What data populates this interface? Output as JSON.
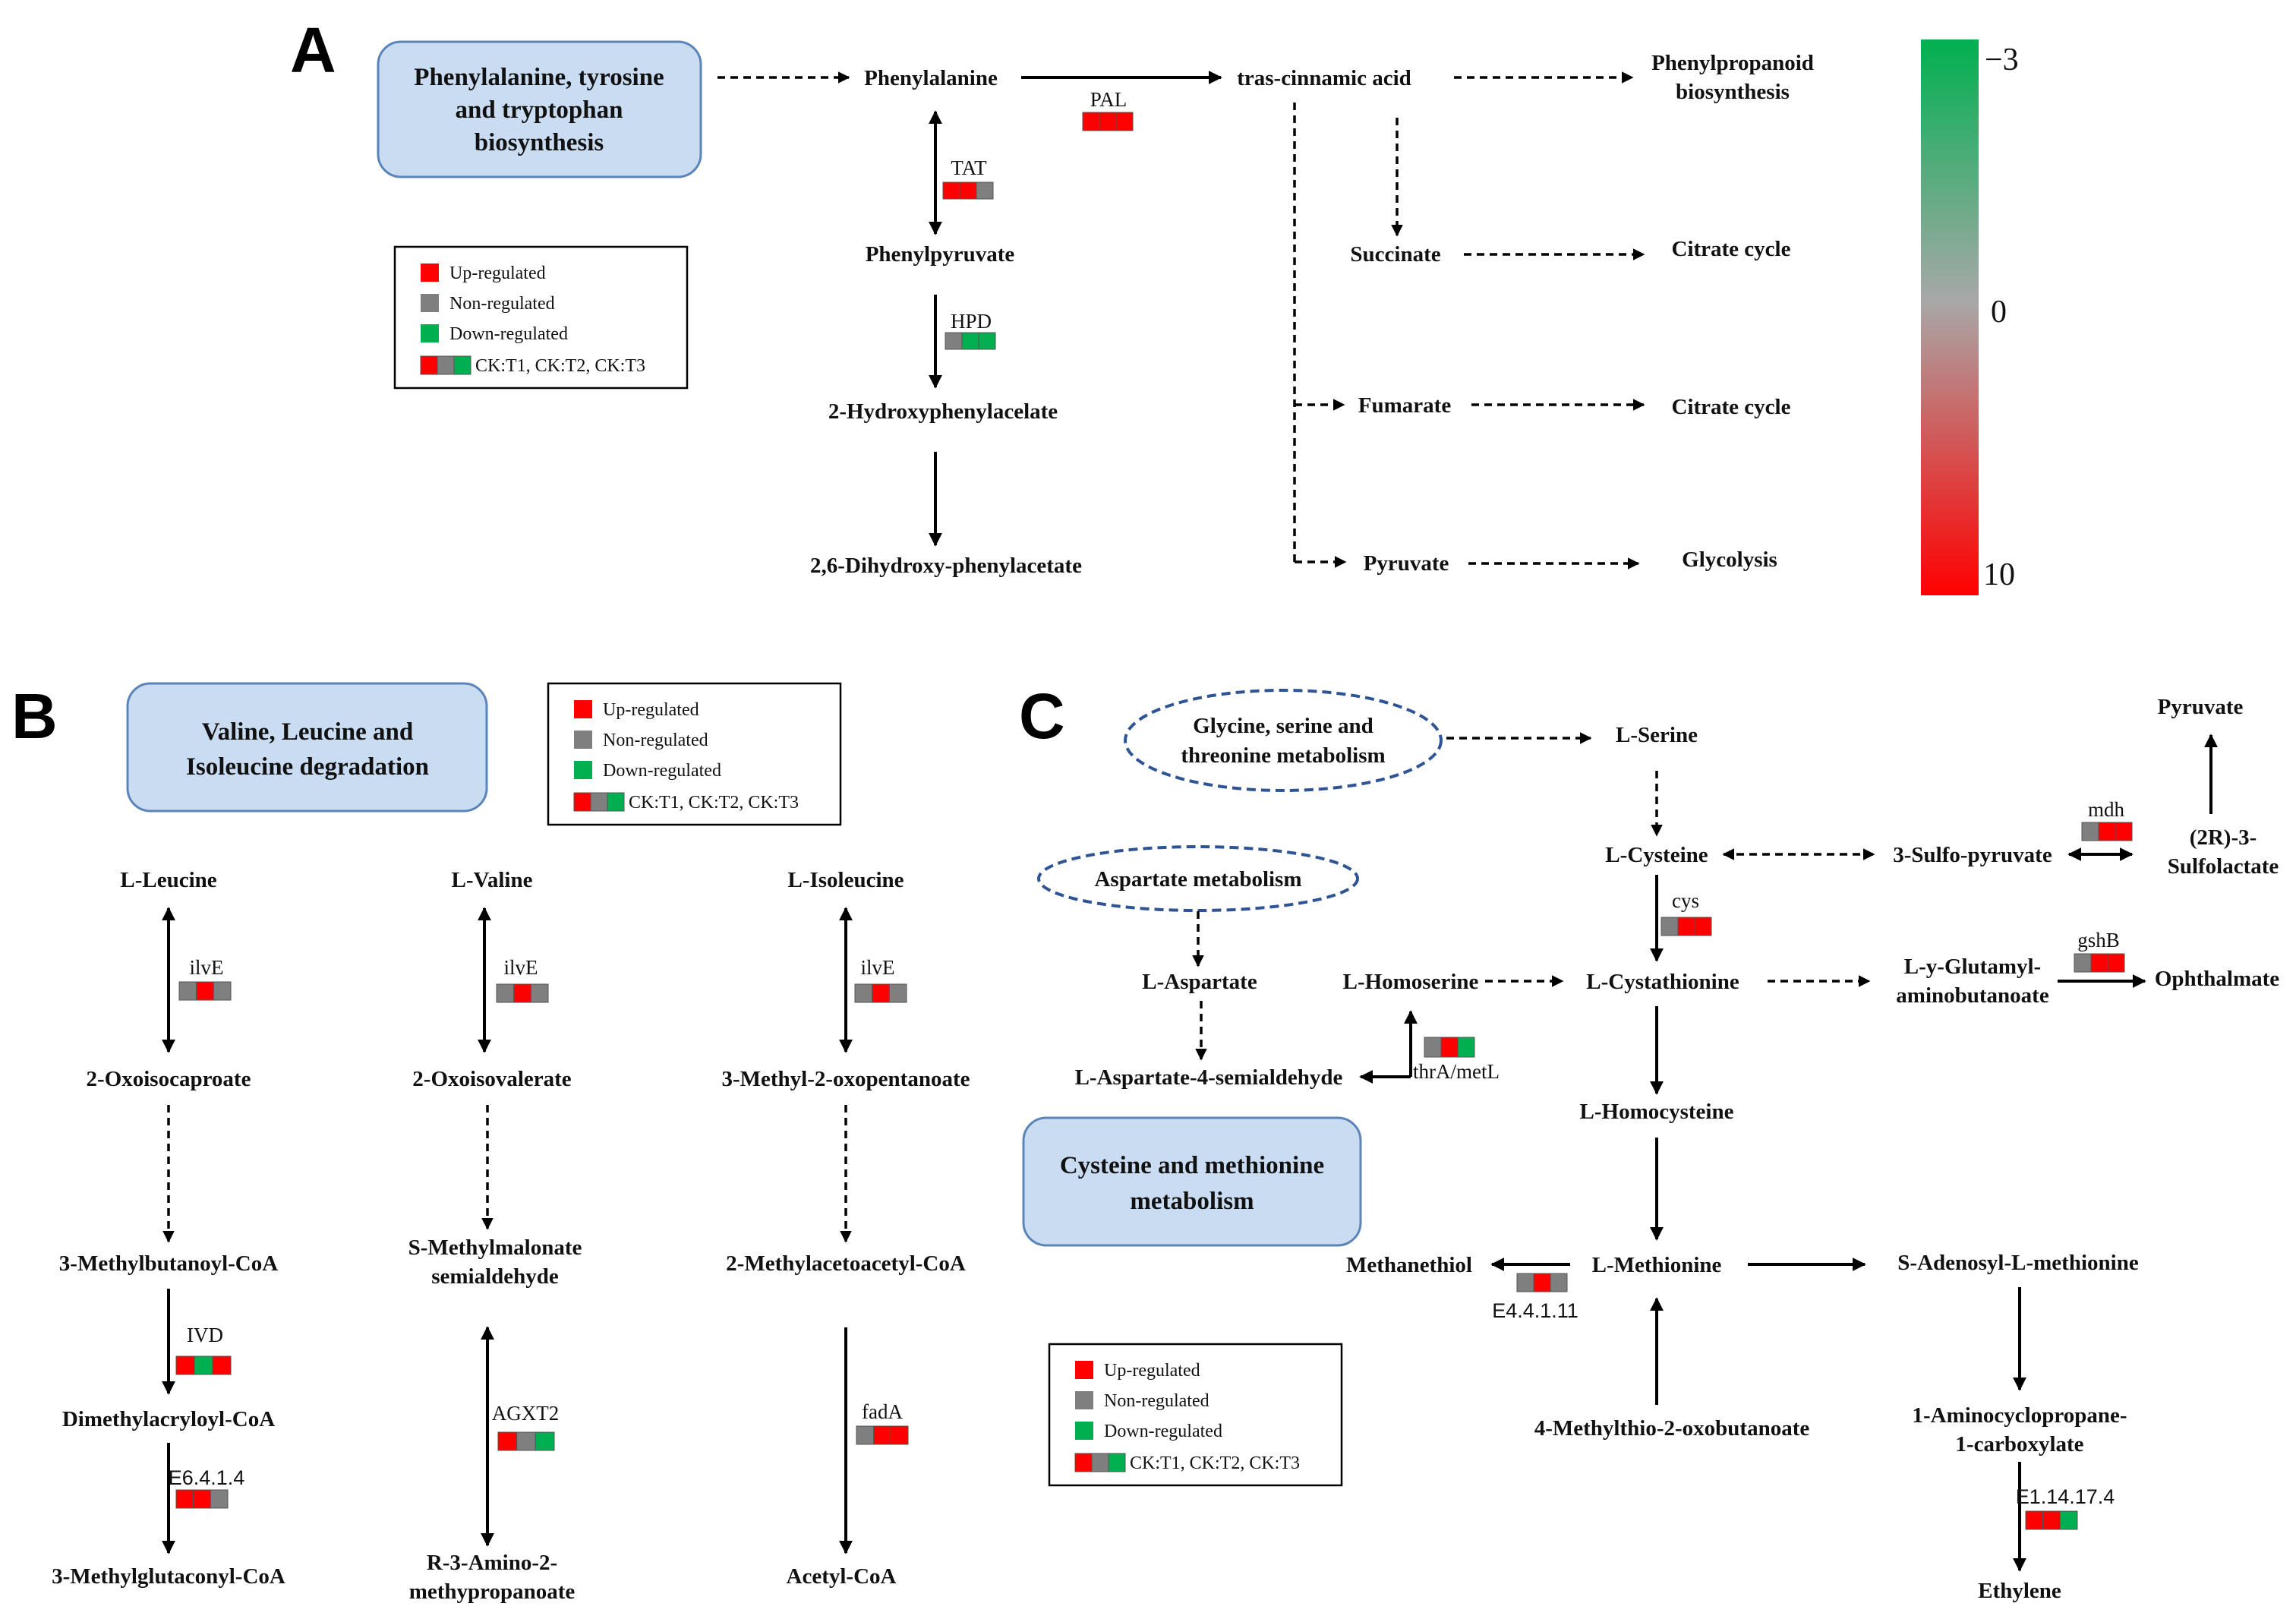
{
  "colors": {
    "up": "#ff0000",
    "non": "#7f7f7f",
    "down": "#00b050",
    "box_fill": "#c9dcf2",
    "box_stroke": "#5b84b9",
    "dash_oval": "#2f5496"
  },
  "legend": {
    "up": "Up-regulated",
    "non": "Non-regulated",
    "down": "Down-regulated",
    "combo": "CK:T1, CK:T2, CK:T3"
  },
  "scale": {
    "top": "−3",
    "mid": "0",
    "bottom": "10"
  },
  "panelA": {
    "letter": "A",
    "box": [
      "Phenylalanine, tyrosine",
      "and tryptophan",
      "biosynthesis"
    ],
    "nodes": {
      "phe": "Phenylalanine",
      "cinn": "tras-cinnamic acid",
      "phenylprop": [
        "Phenylpropanoid",
        "biosynthesis"
      ],
      "phenylpyr": "Phenylpyruvate",
      "succinate": "Succinate",
      "citrate1": "Citrate cycle",
      "hydroxy": "2-Hydroxyphenylacelate",
      "fumarate": "Fumarate",
      "citrate2": "Citrate cycle",
      "dihydroxy": "2,6-Dihydroxy-phenylacetate",
      "pyruvate": "Pyruvate",
      "glycolysis": "Glycolysis"
    },
    "enzymes": {
      "pal": "PAL",
      "tat": "TAT",
      "hpd": "HPD"
    }
  },
  "panelB": {
    "letter": "B",
    "box": [
      "Valine, Leucine and",
      "Isoleucine degradation"
    ],
    "nodes": {
      "leucine": "L-Leucine",
      "valine": "L-Valine",
      "isoleucine": "L-Isoleucine",
      "oxoisocap": "2-Oxoisocaproate",
      "oxoisoval": "2-Oxoisovalerate",
      "methyloxo": "3-Methyl-2-oxopentanoate",
      "methylbut": "3-Methylbutanoyl-CoA",
      "smethyl": [
        "S-Methylmalonate",
        "semialdehyde"
      ],
      "methylacet": "2-Methylacetoacetyl-CoA",
      "dimethyl": "Dimethylacryloyl-CoA",
      "methylglut": "3-Methylglutaconyl-CoA",
      "ramino": [
        "R-3-Amino-2-",
        "methypropanoate"
      ],
      "acetyl": "Acetyl-CoA"
    },
    "enzymes": {
      "ilve": "ilvE",
      "ivd": "IVD",
      "e6": "E6.4.1.4",
      "agxt2": "AGXT2",
      "fada": "fadA"
    }
  },
  "panelC": {
    "letter": "C",
    "oval_gly": [
      "Glycine, serine and",
      "threonine metabolism"
    ],
    "oval_asp": "Aspartate metabolism",
    "box": [
      "Cysteine and methionine",
      "metabolism"
    ],
    "nodes": {
      "serine": "L-Serine",
      "pyruvate": "Pyruvate",
      "cysteine": "L-Cysteine",
      "sulfopyr": "3-Sulfo-pyruvate",
      "sulfolac": [
        "(2R)-3-",
        "Sulfolactate"
      ],
      "aspartate": "L-Aspartate",
      "homoserine": "L-Homoserine",
      "cystathionine": "L-Cystathionine",
      "glutamyl": [
        "L-y-Glutamyl-",
        "aminobutanoate"
      ],
      "ophthalmate": "Ophthalmate",
      "asp4": "L-Aspartate-4-semialdehyde",
      "homocysteine": "L-Homocysteine",
      "methanethiol": "Methanethiol",
      "methionine": "L-Methionine",
      "sadenosyl": "S-Adenosyl-L-methionine",
      "methylthio": "4-Methylthio-2-oxobutanoate",
      "acc": [
        "1-Aminocyclopropane-",
        "1-carboxylate"
      ],
      "ethylene": "Ethylene"
    },
    "enzymes": {
      "mdh": "mdh",
      "cys": "cys",
      "gshb": "gshB",
      "thra": "thrA/metL",
      "e4": "E4.4.1.11",
      "e1": "E1.14.17.4"
    }
  }
}
